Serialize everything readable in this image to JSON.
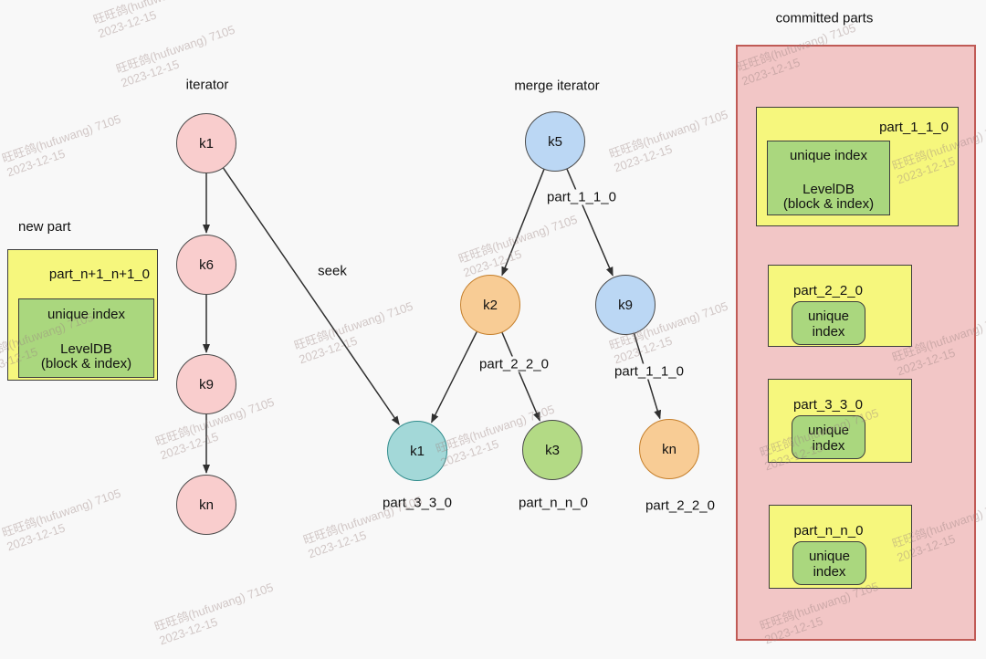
{
  "colors": {
    "background": "#F8F8F8",
    "pink_node_fill": "#F9CDCD",
    "blue_node_fill": "#BBD7F4",
    "orange_node_fill": "#F8CC95",
    "orange_node_border": "#C57F2B",
    "teal_node_fill": "#A3D8D8",
    "teal_node_border": "#318C8C",
    "green_node_fill": "#B3DA85",
    "default_node_border": "#4A4A4A",
    "yellow_box_fill": "#F6F77D",
    "green_box_fill": "#AAD77E",
    "box_border": "#3E3E3E",
    "committed_container_fill": "#F2C6C6",
    "committed_container_border": "#C05B56",
    "arrow": "#303030"
  },
  "watermark": {
    "line1": "旺旺鸽(hufuwang) 7105",
    "line2": "2023-12-15"
  },
  "iterator": {
    "title": "iterator",
    "seek_label": "seek",
    "nodes": [
      {
        "id": "it-k1",
        "label": "k1",
        "color": "pink"
      },
      {
        "id": "it-k6",
        "label": "k6",
        "color": "pink"
      },
      {
        "id": "it-k9",
        "label": "k9",
        "color": "pink"
      },
      {
        "id": "it-kn",
        "label": "kn",
        "color": "pink"
      }
    ]
  },
  "merge_iterator": {
    "title": "merge iterator",
    "nodes": [
      {
        "id": "mi-k5",
        "label": "k5",
        "color": "blue"
      },
      {
        "id": "mi-k2",
        "label": "k2",
        "color": "orange"
      },
      {
        "id": "mi-k9",
        "label": "k9",
        "color": "blue"
      },
      {
        "id": "mi-k1",
        "label": "k1",
        "color": "teal"
      },
      {
        "id": "mi-k3",
        "label": "k3",
        "color": "green"
      },
      {
        "id": "mi-kn",
        "label": "kn",
        "color": "orange"
      }
    ],
    "edge_labels": [
      {
        "id": "el-0",
        "text": "part_1_1_0"
      },
      {
        "id": "el-1",
        "text": "part_2_2_0"
      },
      {
        "id": "el-2",
        "text": "part_1_1_0"
      }
    ],
    "node_captions": [
      {
        "id": "cap-0",
        "text": "part_3_3_0"
      },
      {
        "id": "cap-1",
        "text": "part_n_n_0"
      },
      {
        "id": "cap-2",
        "text": "part_2_2_0"
      }
    ]
  },
  "new_part": {
    "label": "new part",
    "part_name": "part_n+1_n+1_0",
    "index_lines": [
      "unique index",
      "LevelDB",
      "(block & index)"
    ]
  },
  "committed_parts": {
    "title": "committed parts",
    "parts": [
      {
        "name": "part_1_1_0",
        "index_lines": [
          "unique index",
          "LevelDB",
          "(block & index)"
        ]
      },
      {
        "name": "part_2_2_0",
        "index_lines": [
          "unique",
          "index"
        ]
      },
      {
        "name": "part_3_3_0",
        "index_lines": [
          "unique",
          "index"
        ]
      },
      {
        "name": "part_n_n_0",
        "index_lines": [
          "unique",
          "index"
        ]
      }
    ]
  }
}
